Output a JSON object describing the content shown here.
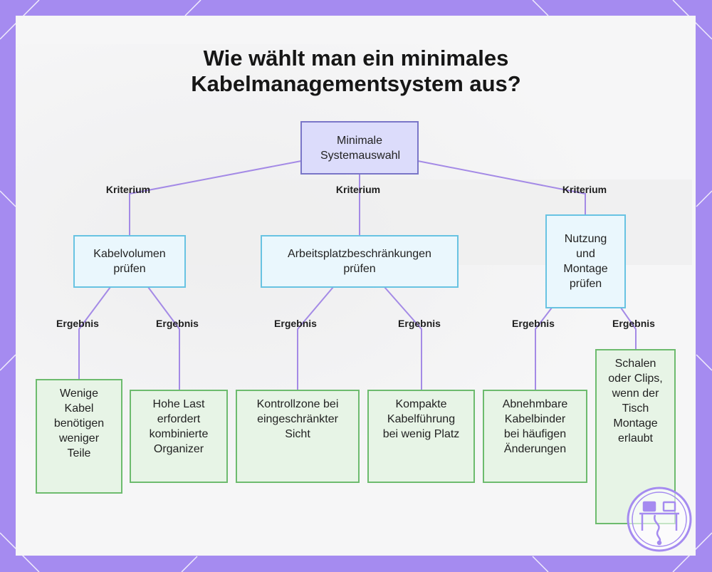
{
  "title_line1": "Wie wählt man ein minimales",
  "title_line2": "Kabelmanagementsystem aus?",
  "root": "Minimale Systemauswahl",
  "edge_labels": {
    "criterion": "Kriterium",
    "result": "Ergebnis"
  },
  "criteria": [
    "Kabelvolumen prüfen",
    "Arbeitsplatzbeschränkungen prüfen",
    "Nutzung und Montage prüfen"
  ],
  "results": [
    "Wenige Kabel benötigen weniger Teile",
    "Hohe Last erfordert kombinierte Organizer",
    "Kontrollzone bei eingeschränkter Sicht",
    "Kompakte Kabelführung bei wenig Platz",
    "Abnehmbare Kabelbinder bei häufigen Änderungen",
    "Schalen oder Clips, wenn der Tisch Montage erlaubt"
  ],
  "colors": {
    "border_purple": "#a58bf0",
    "edge": "#a48ae6",
    "root_fill": "#dcdcfb",
    "criterion_fill": "#eaf7fd",
    "result_fill": "#e7f4e6"
  },
  "logo_icon": "desk-workspace-icon"
}
